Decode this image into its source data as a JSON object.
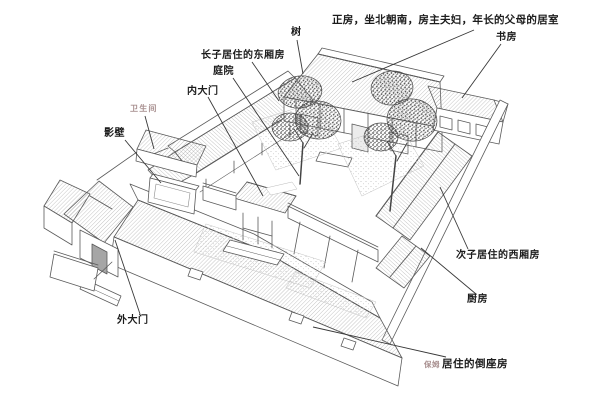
{
  "diagram": {
    "subject": "siheyuan-courtyard-house-annotated-drawing",
    "colors": {
      "background": "#ffffff",
      "ink": "#5a5a5a",
      "hatch": "#979797",
      "leader_line": "#383838",
      "label_black": "#1c1c1c",
      "label_pink": "#a88f8f"
    },
    "labels": {
      "main_house": "正房，坐北朝南，房主夫妇，年长的父母的居室",
      "study": "书房",
      "tree": "树",
      "east_wing": "长子居住的东厢房",
      "courtyard": "庭院",
      "inner_gate": "内大门",
      "bathroom": "卫生间",
      "screen_wall": "影壁",
      "outer_gate": "外大门",
      "west_wing": "次子居住的西厢房",
      "kitchen": "厨房",
      "maid": "保姆",
      "maid_room": "居住的倒座房"
    }
  }
}
